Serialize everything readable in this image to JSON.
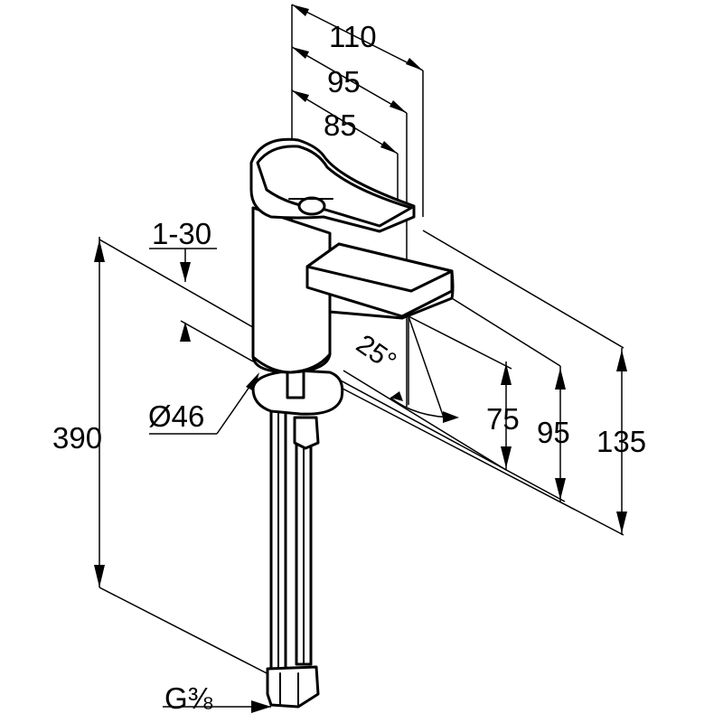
{
  "dimensions": {
    "spout_reach_1": "110",
    "spout_reach_2": "95",
    "spout_reach_3": "85",
    "deck_thickness": "1-30",
    "body_diameter": "Ø46",
    "hose_length": "390",
    "spout_angle": "25°",
    "outlet_height_1": "75",
    "outlet_height_2": "95",
    "overall_height": "135",
    "connection_thread": "G⅜"
  }
}
